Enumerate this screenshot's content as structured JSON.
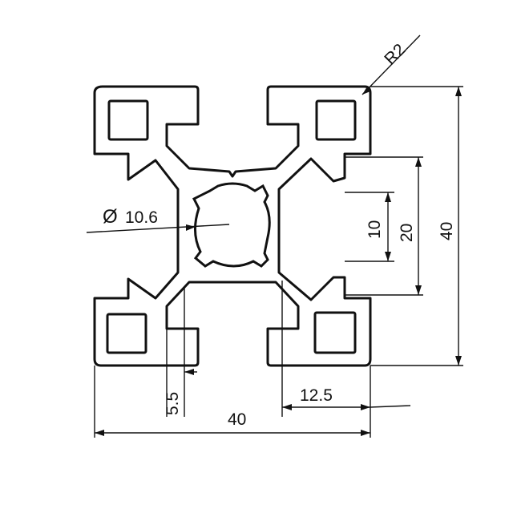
{
  "colors": {
    "line": "#111111",
    "background": "#ffffff"
  },
  "dimensions": {
    "radius": "R2",
    "diameter_symbol": "Ø",
    "diameter": "10.6",
    "slot_inner": "10",
    "slot_outer": "20",
    "height": "40",
    "width": "40",
    "slot_depth": "5.5",
    "slot_offset": "12.5"
  }
}
